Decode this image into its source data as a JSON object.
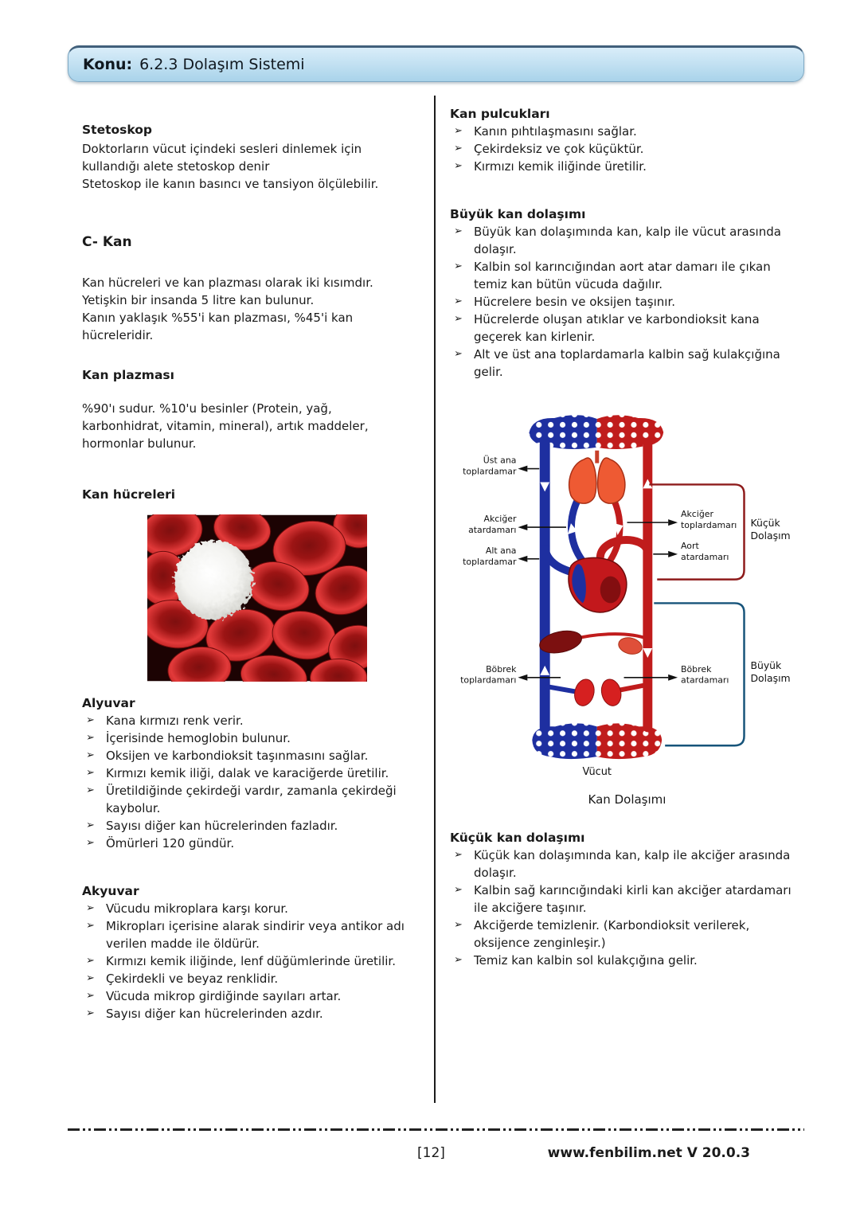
{
  "ui": {
    "bullet": "➢"
  },
  "header": {
    "topic_label": "Konu:",
    "topic_title": "6.2.3 Dolaşım Sistemi"
  },
  "left_column": {
    "stetoskop": {
      "heading": "Stetoskop",
      "para1": "Doktorların vücut içindeki sesleri dinlemek için kullandığı alete stetoskop denir",
      "para2": "Stetoskop ile kanın basıncı ve tansiyon ölçülebilir."
    },
    "kan": {
      "heading": "C- Kan",
      "lines": [
        "Kan hücreleri ve kan plazması olarak iki kısımdır.",
        "Yetişkin bir insanda 5 litre kan bulunur.",
        "Kanın yaklaşık %55'i kan plazması, %45'i kan hücreleridir."
      ]
    },
    "kan_plazmasi": {
      "heading": "Kan plazması",
      "para": "%90'ı sudur. %10'u besinler (Protein, yağ, karbonhidrat, vitamin, mineral), artık maddeler, hormonlar bulunur."
    },
    "kan_hucreleri": {
      "heading": "Kan hücreleri"
    },
    "alyuvar": {
      "heading": "Alyuvar",
      "items": [
        "Kana kırmızı renk verir.",
        "İçerisinde hemoglobin bulunur.",
        "Oksijen ve karbondioksit taşınmasını sağlar.",
        "Kırmızı kemik iliği, dalak ve karaciğerde üretilir.",
        "Üretildiğinde çekirdeği vardır, zamanla çekirdeği kaybolur.",
        "Sayısı diğer kan hücrelerinden fazladır.",
        "Ömürleri 120 gündür."
      ]
    },
    "akyuvar": {
      "heading": "Akyuvar",
      "items": [
        "Vücudu mikroplara karşı korur.",
        "Mikropları içerisine alarak sindirir veya antikor adı verilen madde ile öldürür.",
        "Kırmızı kemik iliğinde, lenf düğümlerinde üretilir.",
        "Çekirdekli ve beyaz renklidir.",
        "Vücuda mikrop girdiğinde sayıları artar.",
        "Sayısı diğer kan hücrelerinden azdır."
      ]
    }
  },
  "right_column": {
    "kan_pulcuklari": {
      "heading": "Kan pulcukları",
      "items": [
        "Kanın pıhtılaşmasını sağlar.",
        "Çekirdeksiz ve çok küçüktür.",
        "Kırmızı kemik iliğinde üretilir."
      ]
    },
    "buyuk_kan_dolasimi": {
      "heading": "Büyük kan dolaşımı",
      "items": [
        "Büyük kan dolaşımında kan, kalp ile vücut arasında dolaşır.",
        "Kalbin sol karıncığından aort atar damarı ile çıkan temiz kan bütün vücuda dağılır.",
        "Hücrelere besin ve oksijen taşınır.",
        "Hücrelerde oluşan atıklar ve karbondioksit kana geçerek kan kirlenir.",
        "Alt ve üst ana toplardamarla kalbin sağ kulakçığına gelir."
      ]
    },
    "diagram": {
      "caption": "Kan Dolaşımı",
      "labels": {
        "ust_ana": [
          "Üst ana",
          "toplardamar"
        ],
        "akciger_atardamari": [
          "Akciğer",
          "atardamarı"
        ],
        "alt_ana": [
          "Alt ana",
          "toplardamar"
        ],
        "bobrek_toplardamari": [
          "Böbrek",
          "toplardamarı"
        ],
        "akciger_toplardamari": [
          "Akciğer",
          "toplardamarı"
        ],
        "aort_atardamari": [
          "Aort",
          "atardamarı"
        ],
        "bobrek_atardamari": [
          "Böbrek",
          "atardamarı"
        ],
        "kucuk_dolasim": [
          "Küçük",
          "Dolaşım"
        ],
        "buyuk_dolasim": [
          "Büyük",
          "Dolaşım"
        ],
        "vucut": "Vücut"
      }
    },
    "kucuk_kan_dolasimi": {
      "heading": "Küçük kan dolaşımı",
      "items": [
        "Küçük kan dolaşımında kan, kalp ile akciğer arasında dolaşır.",
        "Kalbin sağ karıncığındaki kirli kan akciğer atardamarı ile akciğere taşınır.",
        "Akciğerde temizlenir. (Karbondioksit verilerek, oksijence zenginleşir.)",
        "Temiz kan kalbin sol kulakçığına gelir."
      ]
    }
  },
  "footer": {
    "page_number": "[12]",
    "website": "www.fenbilim.net",
    "version": "V 20.0.3"
  },
  "colors": {
    "banner_blue": "#bfdff1",
    "artery_red": "#c01c1c",
    "vein_blue": "#1e2fa0",
    "small_loop_bracket": "#8e1b1b",
    "big_loop_bracket": "#17547a"
  }
}
